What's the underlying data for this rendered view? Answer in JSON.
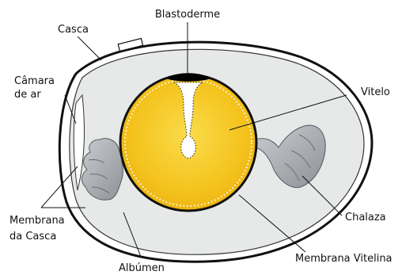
{
  "labels": {
    "blastoderme": "Blastoderme",
    "casca": "Casca",
    "camara_line1": "Câmara",
    "camara_line2": "de ar",
    "vitelo": "Vitelo",
    "membrana_casca_line1": "Membrana",
    "membrana_casca_line2": "da Casca",
    "chalaza": "Chalaza",
    "albumen": "Albúmen",
    "membrana_vitelina": "Membrana Vitelina"
  },
  "colors": {
    "shell": "#ffffff",
    "albumen": "#e6e8e8",
    "yolk": "#f4c21c",
    "yolk_inner": "#f7d336",
    "chalaza": "#a9adb3",
    "blastoderm": "#000000"
  }
}
